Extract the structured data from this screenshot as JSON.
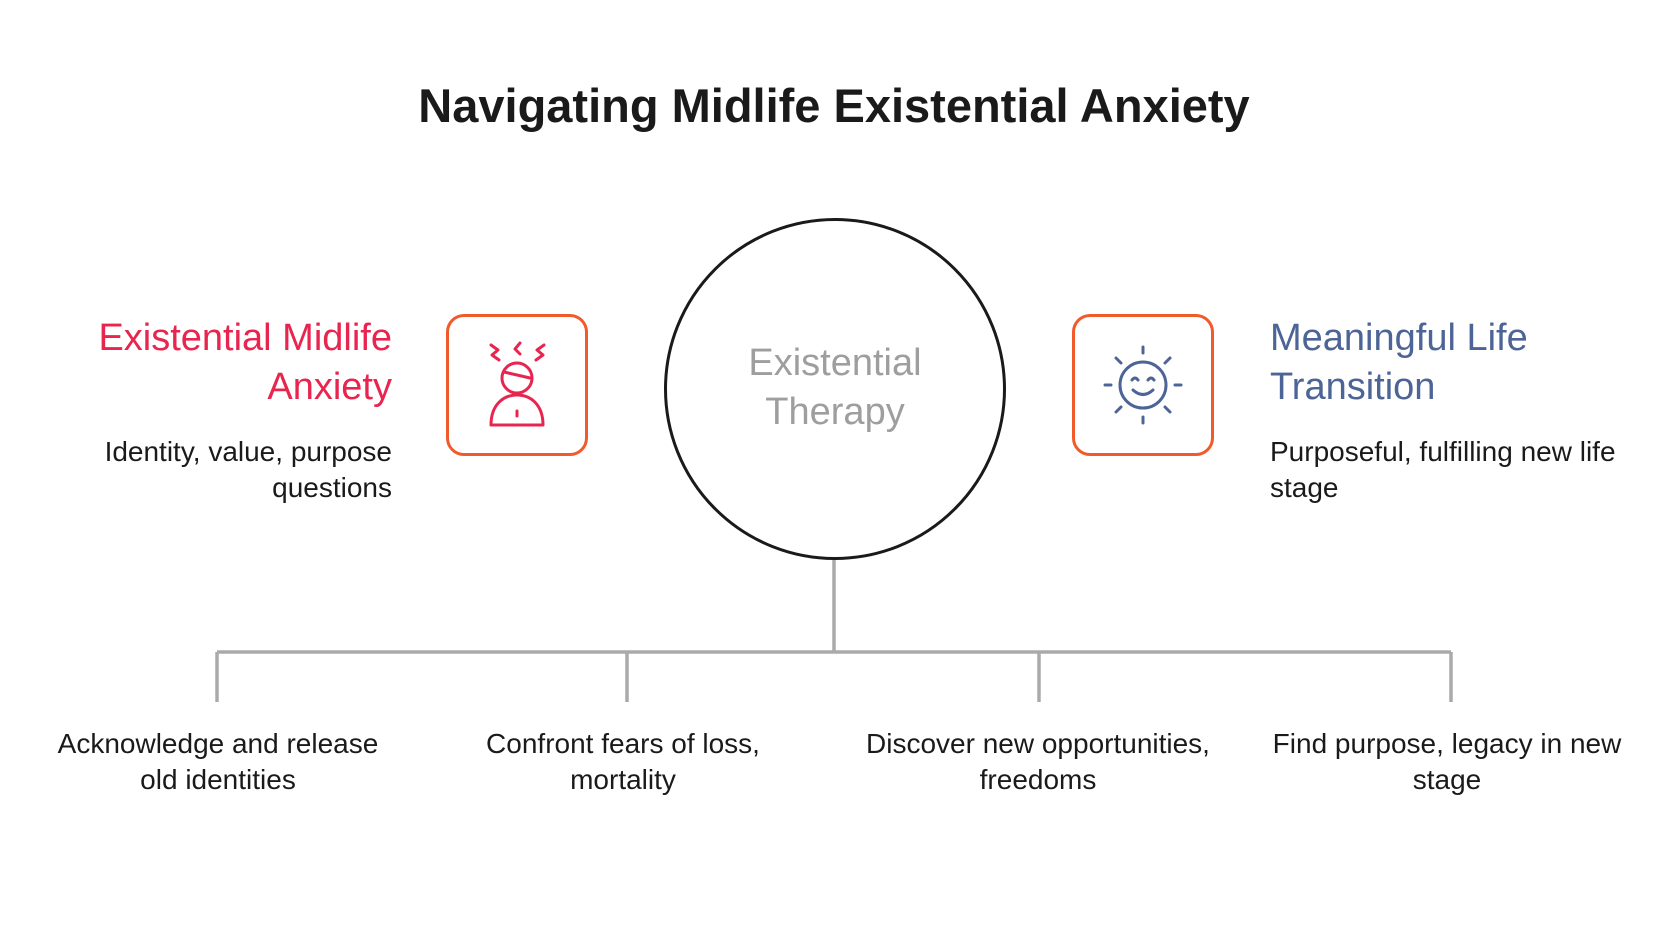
{
  "title": "Navigating Midlife Existential Anxiety",
  "center": {
    "label": "Existential\nTherapy"
  },
  "left": {
    "heading": "Existential Midlife\nAnxiety",
    "description": "Identity, value, purpose questions",
    "icon": "anxious-person-icon",
    "color": "#e8254f"
  },
  "right": {
    "heading": "Meaningful Life\nTransition",
    "description": "Purposeful, fulfilling new life stage",
    "icon": "smiling-sun-icon",
    "color": "#4d6496"
  },
  "accent_color": "#f15a2b",
  "steps": [
    {
      "text": "Acknowledge and release old identities"
    },
    {
      "text": "Confront fears of loss, mortality"
    },
    {
      "text": "Discover new opportunities, freedoms"
    },
    {
      "text": "Find purpose, legacy in new stage"
    }
  ]
}
